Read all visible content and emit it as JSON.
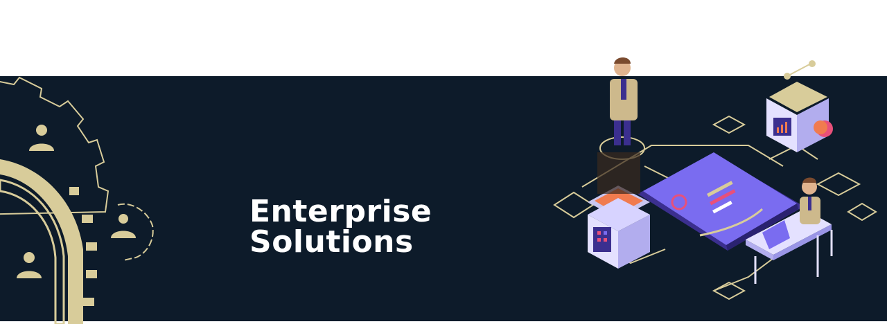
{
  "banner": {
    "headline": {
      "line1": "Enterprise",
      "line2": "Solutions"
    },
    "colors": {
      "background": "#0d1b2a",
      "accent_gold": "#d8cc9a",
      "accent_purple": "#7a6cf0",
      "text": "#ffffff"
    },
    "icons": [
      "gear-icon",
      "user-icon",
      "isometric-server-icon",
      "isometric-tablet-icon",
      "businessman-figure",
      "cube-device-icon"
    ]
  }
}
